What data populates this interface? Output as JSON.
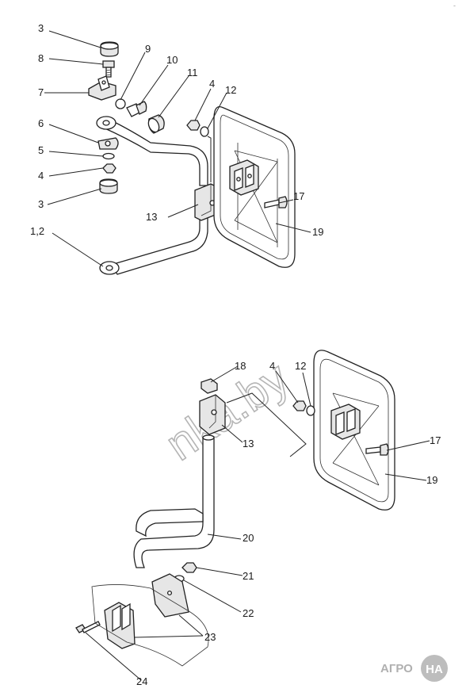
{
  "labels": {
    "l3a": "3",
    "l8": "8",
    "l7": "7",
    "l6": "6",
    "l5": "5",
    "l4a": "4",
    "l3b": "3",
    "l12a": "1,2",
    "l9": "9",
    "l10": "10",
    "l11": "11",
    "l4b": "4",
    "l12b": "12",
    "l13a": "13",
    "l17a": "17",
    "l19a": "19",
    "l18": "18",
    "l4c": "4",
    "l12c": "12",
    "l13b": "13",
    "l17b": "17",
    "l19b": "19",
    "l20": "20",
    "l21": "21",
    "l22": "22",
    "l23": "23",
    "l24": "24"
  },
  "watermark": "nka.by",
  "logo": {
    "left": "АГРО",
    "badge": "НА"
  },
  "corner_mark": "-"
}
